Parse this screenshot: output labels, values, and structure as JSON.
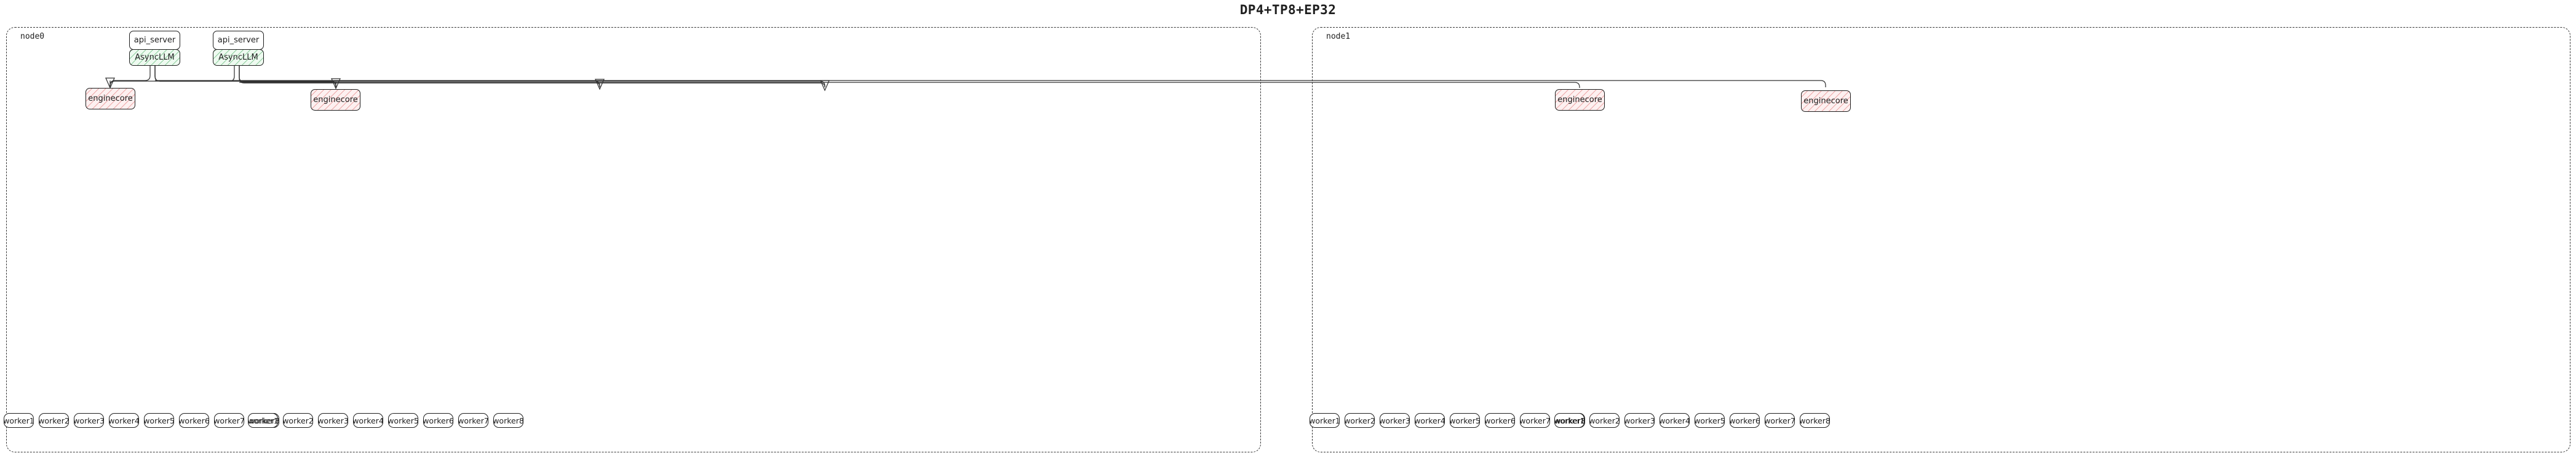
{
  "title": "DP4+TP8+EP32",
  "diagram": {
    "type": "architecture-graph",
    "layout": "two dashed node clusters side by side; api_server stacked on AsyncLLM inside node0; arrows fan out to four enginecore boxes; eight worker boxes per engine group along the bottom",
    "nodes": [
      {
        "id": "node0",
        "label": "node0"
      },
      {
        "id": "node1",
        "label": "node1"
      }
    ],
    "api_servers": [
      {
        "id": "api0",
        "label": "api_server",
        "node": "node0"
      },
      {
        "id": "api1",
        "label": "api_server",
        "node": "node0"
      }
    ],
    "async_llms": [
      {
        "id": "async0",
        "label": "AsyncLLM",
        "node": "node0",
        "fill": "#eefaf0",
        "hatch": "#3caa5a"
      },
      {
        "id": "async1",
        "label": "AsyncLLM",
        "node": "node0",
        "fill": "#eefaf0",
        "hatch": "#3caa5a"
      }
    ],
    "enginecores": [
      {
        "id": "ec0",
        "label": "enginecore",
        "node": "node0",
        "fill": "#fdf0f0",
        "hatch": "#e06e6e"
      },
      {
        "id": "ec1",
        "label": "enginecore",
        "node": "node0",
        "fill": "#fdf0f0",
        "hatch": "#e06e6e"
      },
      {
        "id": "ec2",
        "label": "enginecore",
        "node": "node1",
        "fill": "#fdf0f0",
        "hatch": "#e06e6e"
      },
      {
        "id": "ec3",
        "label": "enginecore",
        "node": "node1",
        "fill": "#fdf0f0",
        "hatch": "#e06e6e"
      }
    ],
    "worker_groups": [
      {
        "id": "wg0",
        "node": "node0",
        "engine": "ec0",
        "workers": [
          "worker1",
          "worker2",
          "worker3",
          "worker4",
          "worker5",
          "worker6",
          "worker7",
          "worker8"
        ]
      },
      {
        "id": "wg1",
        "node": "node0",
        "engine": "ec1",
        "workers": [
          "worker1",
          "worker2",
          "worker3",
          "worker4",
          "worker5",
          "worker6",
          "worker7",
          "worker8"
        ]
      },
      {
        "id": "wg2",
        "node": "node1",
        "engine": "ec2",
        "workers": [
          "worker1",
          "worker2",
          "worker3",
          "worker4",
          "worker5",
          "worker6",
          "worker7",
          "worker8"
        ]
      },
      {
        "id": "wg3",
        "node": "node1",
        "engine": "ec3",
        "workers": [
          "worker1",
          "worker2",
          "worker3",
          "worker4",
          "worker5",
          "worker6",
          "worker7",
          "worker8"
        ]
      }
    ],
    "edges": [
      {
        "from": "async0",
        "to": "ec0"
      },
      {
        "from": "async0",
        "to": "ec1"
      },
      {
        "from": "async0",
        "to": "ec2"
      },
      {
        "from": "async0",
        "to": "ec3"
      },
      {
        "from": "async1",
        "to": "ec0"
      },
      {
        "from": "async1",
        "to": "ec1"
      },
      {
        "from": "async1",
        "to": "ec2"
      },
      {
        "from": "async1",
        "to": "ec3"
      }
    ],
    "colors": {
      "stroke": "#333333",
      "text": "#1f1f1f",
      "background": "#ffffff",
      "async_fill": "#eefaf0",
      "async_hatch": "#3caa5a",
      "engine_fill": "#fdf0f0",
      "engine_hatch": "#e06e6e"
    }
  }
}
